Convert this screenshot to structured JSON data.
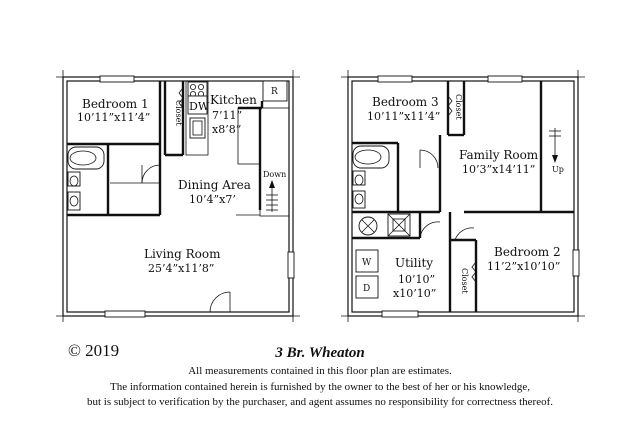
{
  "floor1": {
    "bedroom1": {
      "name": "Bedroom 1",
      "dim": "10’11”x11’4”"
    },
    "kitchen": {
      "name": "Kitchen",
      "dim1": "7’11”",
      "dim2": "x8’8”"
    },
    "dining": {
      "name": "Dining Area",
      "dim": "10’4”x7’"
    },
    "living": {
      "name": "Living Room",
      "dim": "25’4”x11’8”"
    },
    "closet": "Closet",
    "dw": "DW",
    "fridge": "R",
    "stairs": "Down"
  },
  "floor2": {
    "bedroom3": {
      "name": "Bedroom 3",
      "dim": "10’11”x11’4”"
    },
    "family": {
      "name": "Family Room",
      "dim": "10’3”x14’11”"
    },
    "bedroom2": {
      "name": "Bedroom 2",
      "dim": "11’2”x10’10”"
    },
    "utility": {
      "name": "Utility",
      "dim1": "10’10”",
      "dim2": "x10’10”"
    },
    "closet_a": "Closet",
    "closet_b": "Closet",
    "washer": "W",
    "dryer": "D",
    "stairs": "Up"
  },
  "footer": {
    "copyright": "© 2019",
    "title": "3 Br. Wheaton",
    "note1": "All measurements contained in this floor plan are estimates.",
    "note2": "The information contained herein is furnished by the owner to the best of her or his knowledge,",
    "note3": "but is subject to verification by the purchaser, and agent assumes no responsibility for correctness thereof."
  }
}
